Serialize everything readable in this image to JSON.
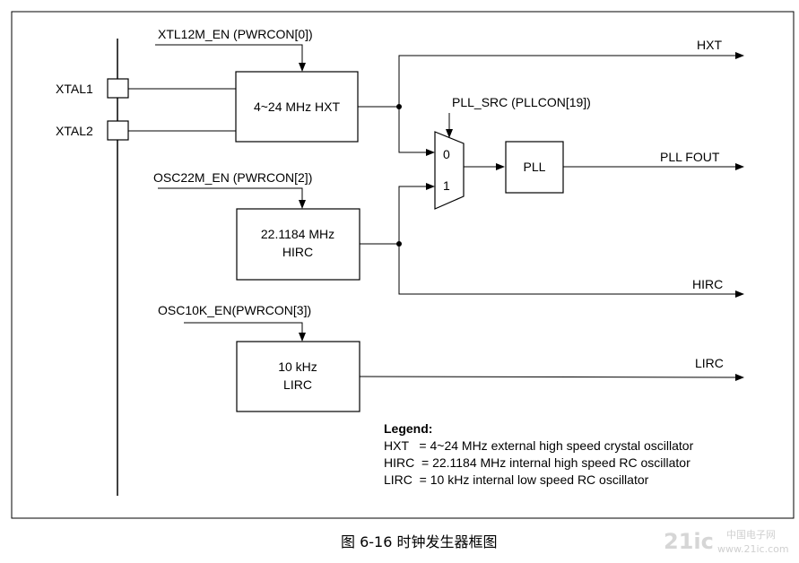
{
  "caption": "图 6-16 时钟发生器框图",
  "watermark": {
    "main": "21ic",
    "side": "中国电子网",
    "url": "www.21ic.com"
  },
  "pins": {
    "xtal1": "XTAL1",
    "xtal2": "XTAL2"
  },
  "enables": {
    "xtl12m": "XTL12M_EN (PWRCON[0])",
    "osc22m": "OSC22M_EN (PWRCON[2])",
    "osc10k": "OSC10K_EN(PWRCON[3])",
    "pll_src": "PLL_SRC (PLLCON[19])"
  },
  "blocks": {
    "hxt": "4~24 MHz HXT",
    "hirc_line1": "22.1184 MHz",
    "hirc_line2": "HIRC",
    "lirc_line1": "10 kHz",
    "lirc_line2": "LIRC",
    "pll": "PLL"
  },
  "mux": {
    "in0": "0",
    "in1": "1"
  },
  "outputs": {
    "hxt": "HXT",
    "pll_fout": "PLL FOUT",
    "hirc": "HIRC",
    "lirc": "LIRC"
  },
  "legend": {
    "title": "Legend:",
    "entries": [
      "HXT   = 4~24 MHz external high speed crystal oscillator",
      "HIRC  = 22.1184 MHz internal high speed RC oscillator",
      "LIRC  = 10 kHz internal low speed RC oscillator"
    ]
  }
}
